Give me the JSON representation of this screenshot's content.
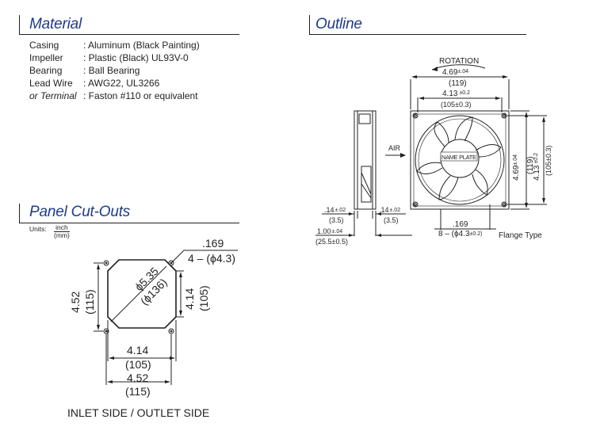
{
  "material": {
    "title": "Material",
    "rows": [
      {
        "key": "Casing",
        "value": ": Aluminum (Black Painting)",
        "italic": false
      },
      {
        "key": "Impeller",
        "value": ": Plastic (Black) UL93V-0",
        "italic": false
      },
      {
        "key": "Bearing",
        "value": ": Ball Bearing",
        "italic": false
      },
      {
        "key": "Lead Wire",
        "value": ": AWG22, UL3266",
        "italic": false
      },
      {
        "key": "or Terminal",
        "value": ": Faston #110 or equivalent",
        "italic": true
      }
    ]
  },
  "panel": {
    "title": "Panel Cut-Outs",
    "units_label": "Units:",
    "units_num": "inch",
    "units_den": "(mm)",
    "hole_dim": ".169",
    "hole_spec": "4 – (ϕ4.3)",
    "circle_dia": "ϕ5.35",
    "circle_dia_mm": "(ϕ136)",
    "left_in": "4.52",
    "left_mm": "(115)",
    "right_in": "4.14",
    "right_mm": "(105)",
    "bottom1_in": "4.14",
    "bottom1_mm": "(105)",
    "bottom2_in": "4.52",
    "bottom2_mm": "(115)",
    "caption": "INLET SIDE / OUTLET SIDE"
  },
  "outline": {
    "title": "Outline",
    "rotation": "ROTATION",
    "top1": "4.69",
    "top1_tol": "±.04",
    "top1_mm": "(119)",
    "top2": "4.13",
    "top2_tol": "±0.2",
    "top2_mm": "(105±0.3)",
    "air": "AIR",
    "name_plate": "NAME PLATE",
    "r1": "4.69",
    "r1_tol": "±.04",
    "r1_mm": "(119)",
    "r2": "4.13",
    "r2_tol": "±0.2",
    "r2_mm": "(105±0.3)",
    "side_l": ".14",
    "side_l_tol": "±.02",
    "side_l_mm": "(3.5)",
    "side_r": ".14",
    "side_r_tol": "±.02",
    "side_r_mm": "(3.5)",
    "depth": "1.00",
    "depth_tol": "±.04",
    "depth_mm": "(25.5±0.5)",
    "hole_dim": ".169",
    "hole_spec": "8 – (ϕ4.3",
    "hole_spec_tol": "±0.2)",
    "flange": "Flange Type"
  }
}
